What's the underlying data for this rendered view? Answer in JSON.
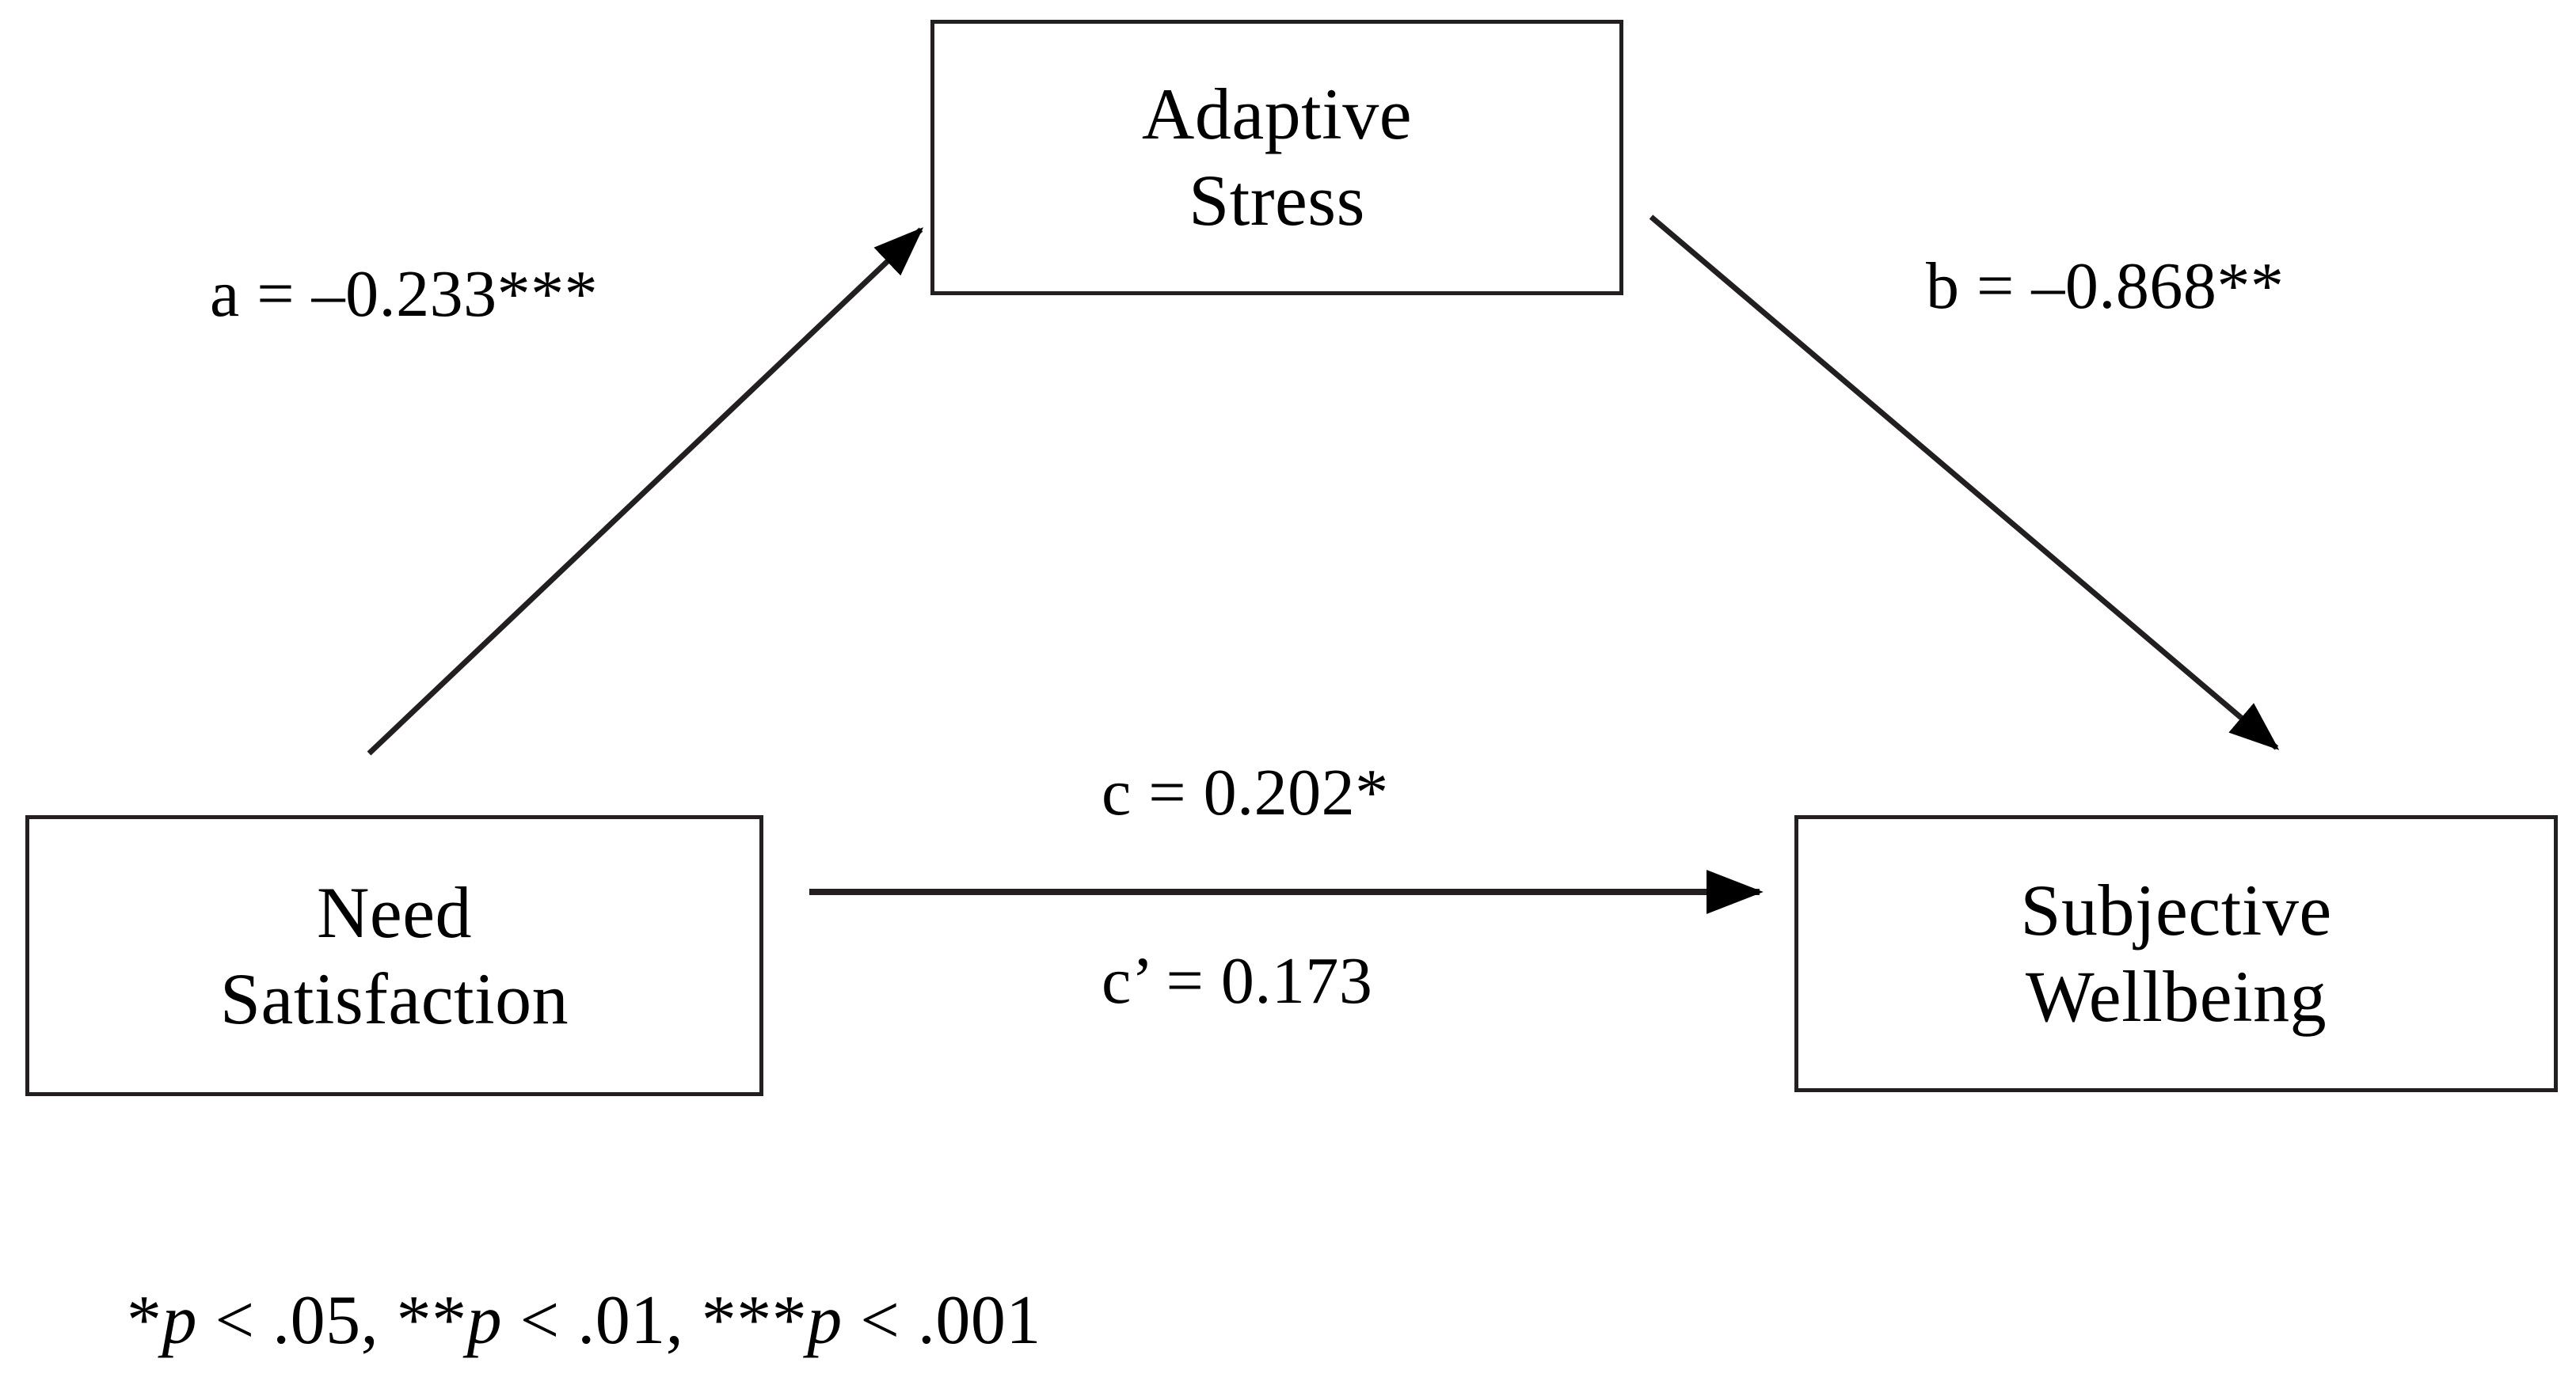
{
  "figure": {
    "type": "mediation-path-diagram",
    "background_color": "#ffffff",
    "line_color": "#231f20",
    "text_color": "#000000"
  },
  "nodes": [
    {
      "id": "adaptive-stress",
      "line1": "Adaptive",
      "line2": "Stress",
      "role": "mediator",
      "position": "top-center"
    },
    {
      "id": "need-satisfaction",
      "line1": "Need",
      "line2": "Satisfaction",
      "role": "predictor",
      "position": "bottom-left"
    },
    {
      "id": "subjective-wellbeing",
      "line1": "Subjective",
      "line2": "Wellbeing",
      "role": "outcome",
      "position": "bottom-right"
    }
  ],
  "paths": {
    "a": {
      "label": "a = –0.233***",
      "coefficient": -0.233,
      "significance": "***",
      "from": "need-satisfaction",
      "to": "adaptive-stress"
    },
    "b": {
      "label": "b = –0.868**",
      "coefficient": -0.868,
      "significance": "**",
      "from": "adaptive-stress",
      "to": "subjective-wellbeing"
    },
    "c": {
      "label": "c = 0.202*",
      "coefficient": 0.202,
      "significance": "*",
      "from": "need-satisfaction",
      "to": "subjective-wellbeing"
    },
    "c_prime": {
      "label": "c’ = 0.173",
      "coefficient": 0.173,
      "significance": "",
      "from": "need-satisfaction",
      "to": "subjective-wellbeing"
    }
  },
  "footnote": {
    "parts": [
      "*",
      "p",
      " < .05, **",
      "p",
      " < .01, ***",
      "p",
      " < .001"
    ],
    "plain": "*p < .05, **p < .01, ***p < .001"
  },
  "chart_data": {
    "type": "diagram",
    "title": "",
    "nodes": [
      "Need Satisfaction",
      "Adaptive Stress",
      "Subjective Wellbeing"
    ],
    "edges": [
      {
        "name": "a",
        "source": "Need Satisfaction",
        "target": "Adaptive Stress",
        "value": -0.233,
        "stars": 3
      },
      {
        "name": "b",
        "source": "Adaptive Stress",
        "target": "Subjective Wellbeing",
        "value": -0.868,
        "stars": 2
      },
      {
        "name": "c",
        "source": "Need Satisfaction",
        "target": "Subjective Wellbeing",
        "value": 0.202,
        "stars": 1
      },
      {
        "name": "c'",
        "source": "Need Satisfaction",
        "target": "Subjective Wellbeing",
        "value": 0.173,
        "stars": 0
      }
    ]
  }
}
